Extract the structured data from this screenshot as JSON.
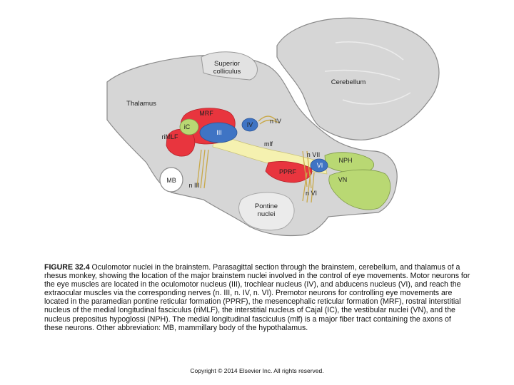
{
  "labels": {
    "superior_colliculus_1": "Superior",
    "superior_colliculus_2": "colliculus",
    "cerebellum": "Cerebellum",
    "thalamus": "Thalamus",
    "mrf": "MRF",
    "ic": "iC",
    "rimlf": "riMLF",
    "iii": "III",
    "iv": "IV",
    "n_iv": "n IV",
    "mlf": "mlf",
    "n_vii": "n VII",
    "vi": "VI",
    "nph": "NPH",
    "pprf": "PPRF",
    "vn": "VN",
    "mb": "MB",
    "n_iii": "n III",
    "n_vi": "n VI",
    "pontine_1": "Pontine",
    "pontine_2": "nuclei"
  },
  "caption": {
    "figure_label": "FIGURE 32.4",
    "text": "Oculomotor nuclei in the brainstem. Parasagittal section through the brainstem, cerebellum, and thalamus of a rhesus monkey, showing the location of the major brainstem nuclei involved in the control of eye movements. Motor neurons for the eye muscles are located in the oculomotor nucleus (III), trochlear nucleus (IV), and abducens nucleus (VI), and reach the extraocular muscles via the corresponding nerves (n. III, n. IV, n. VI). Premotor neurons for controlling eye movements are located in the paramedian pontine reticular formation (PPRF), the mesencephalic reticular formation (MRF), rostral interstitial nucleus of the medial longitudinal fasciculus (riMLF), the interstitial nucleus of Cajal (IC), the vestibular nuclei (VN), and the nucleus prepositus hypoglossi (NPH). The medial longitudinal fasciculus (mlf) is a major fiber tract containing the axons of these neurons. Other abbreviation: MB, mammillary body of the hypothalamus."
  },
  "copyright": "Copyright © 2014 Elsevier Inc. All rights reserved.",
  "colors": {
    "tissue": "#d6d6d6",
    "outline": "#8a8a8a",
    "premotor_red": "#e8353e",
    "motor_blue": "#3f74c4",
    "vestibular_green": "#b9d873",
    "fiber_yellow": "#f5f1b0"
  }
}
